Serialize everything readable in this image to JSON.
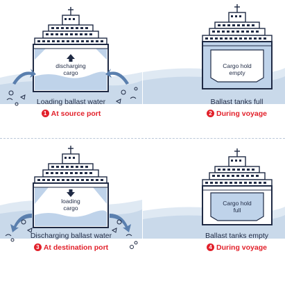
{
  "colors": {
    "water_light": "#dfe9f3",
    "water_mid": "#c6d7e8",
    "navy": "#1f2a44",
    "ballast_blue": "#bfd3ea",
    "step_red": "#e2202a"
  },
  "panels": [
    {
      "id": 1,
      "hull_text_line1": "discharging",
      "hull_text_line2": "cargo",
      "hull_icon": "up-arrow-icon",
      "caption": "Loading ballast water",
      "step_number": "1",
      "step_label": "At source port",
      "flow": "intake-arrows",
      "organisms": "marine-organism-icons"
    },
    {
      "id": 2,
      "hull_text_line1": "Cargo hold",
      "hull_text_line2": "empty",
      "caption": "Ballast tanks full",
      "step_number": "2",
      "step_label": "During voyage"
    },
    {
      "id": 3,
      "hull_text_line1": "loading",
      "hull_text_line2": "cargo",
      "hull_icon": "down-arrow-icon",
      "caption": "Discharging ballast water",
      "step_number": "3",
      "step_label": "At destination port",
      "flow": "discharge-arrows",
      "organisms": "marine-organism-icons"
    },
    {
      "id": 4,
      "hull_text_line1": "Cargo hold",
      "hull_text_line2": "full",
      "caption": "Ballast tanks empty",
      "step_number": "4",
      "step_label": "During voyage"
    }
  ]
}
